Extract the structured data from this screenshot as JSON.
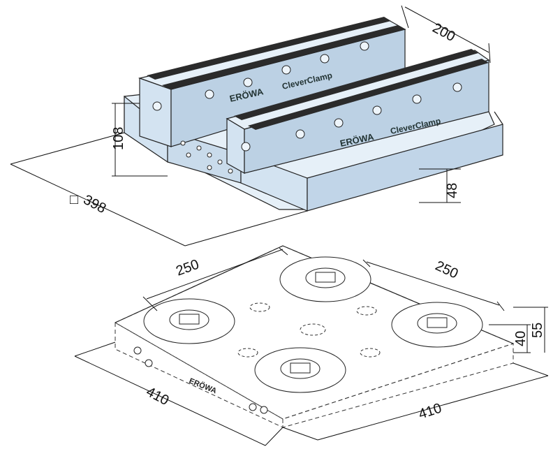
{
  "upper_fixture": {
    "brand_top": "ERÖWA",
    "product_top": "CleverClamp",
    "brand_front": "ERÖWA",
    "product_front": "CleverClamp",
    "dimensions": {
      "width": "200",
      "height": "108",
      "diagonal": "398",
      "base_height": "48"
    }
  },
  "lower_plate": {
    "brand": "ERÖWA",
    "dimensions": {
      "chuck_spacing_left": "250",
      "chuck_spacing_right": "250",
      "length_left": "410",
      "length_right": "410",
      "height_inner": "40",
      "height_outer": "55"
    }
  },
  "colors": {
    "body": "#d3e3f1",
    "body_top": "#e6f0f8",
    "body_shadow": "#b9cde0",
    "jaw": "#2b2b2b",
    "line": "#222222"
  }
}
